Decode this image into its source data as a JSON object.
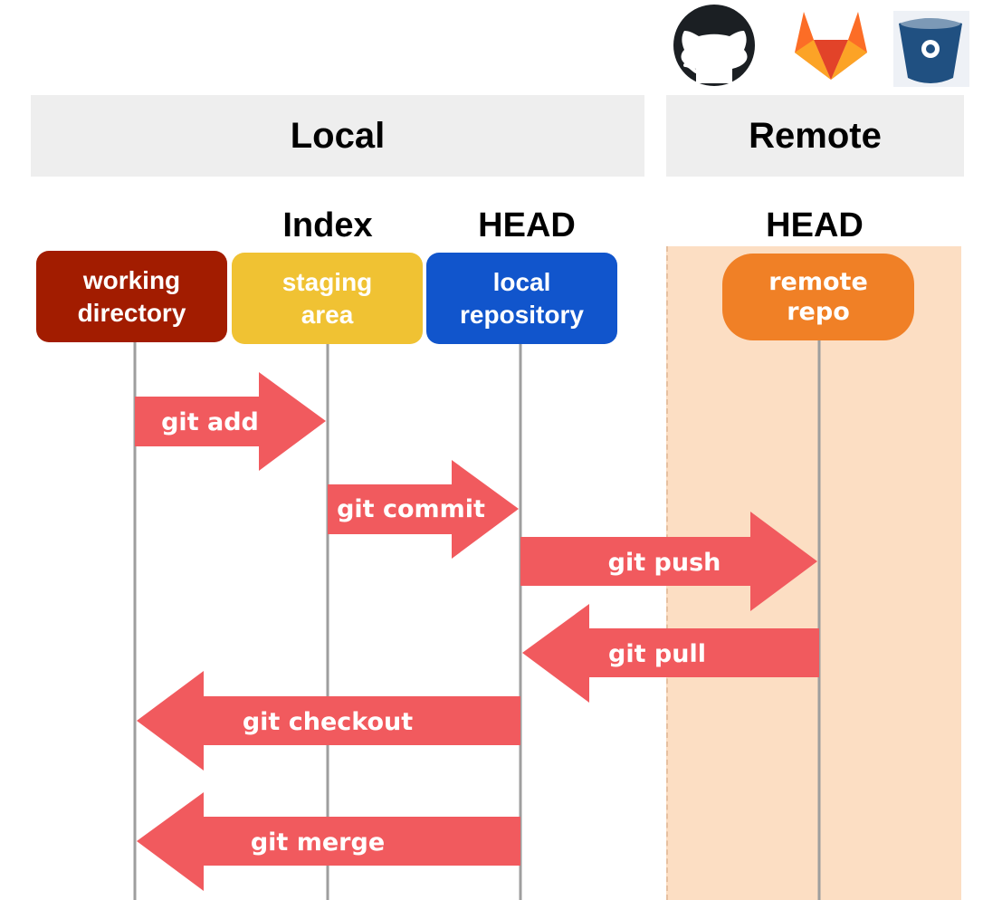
{
  "sections": {
    "local": "Local",
    "remote": "Remote"
  },
  "columns": {
    "index": "Index",
    "local_head": "HEAD",
    "remote_head": "HEAD"
  },
  "nodes": {
    "working_directory": {
      "line1": "working",
      "line2": "directory",
      "color": "#a21c00"
    },
    "staging_area": {
      "line1": "staging",
      "line2": "area",
      "color": "#f0c233"
    },
    "local_repository": {
      "line1": "local",
      "line2": "repository",
      "color": "#1155cc"
    },
    "remote_repo": {
      "line1": "remote",
      "line2": "repo",
      "color": "#f08026"
    }
  },
  "arrows": {
    "git_add": "git add",
    "git_commit": "git commit",
    "git_push": "git push",
    "git_pull": "git pull",
    "git_checkout": "git checkout",
    "git_merge": "git merge",
    "color": "#f15a5e"
  },
  "logos": [
    "github-icon",
    "gitlab-icon",
    "bitbucket-icon"
  ]
}
